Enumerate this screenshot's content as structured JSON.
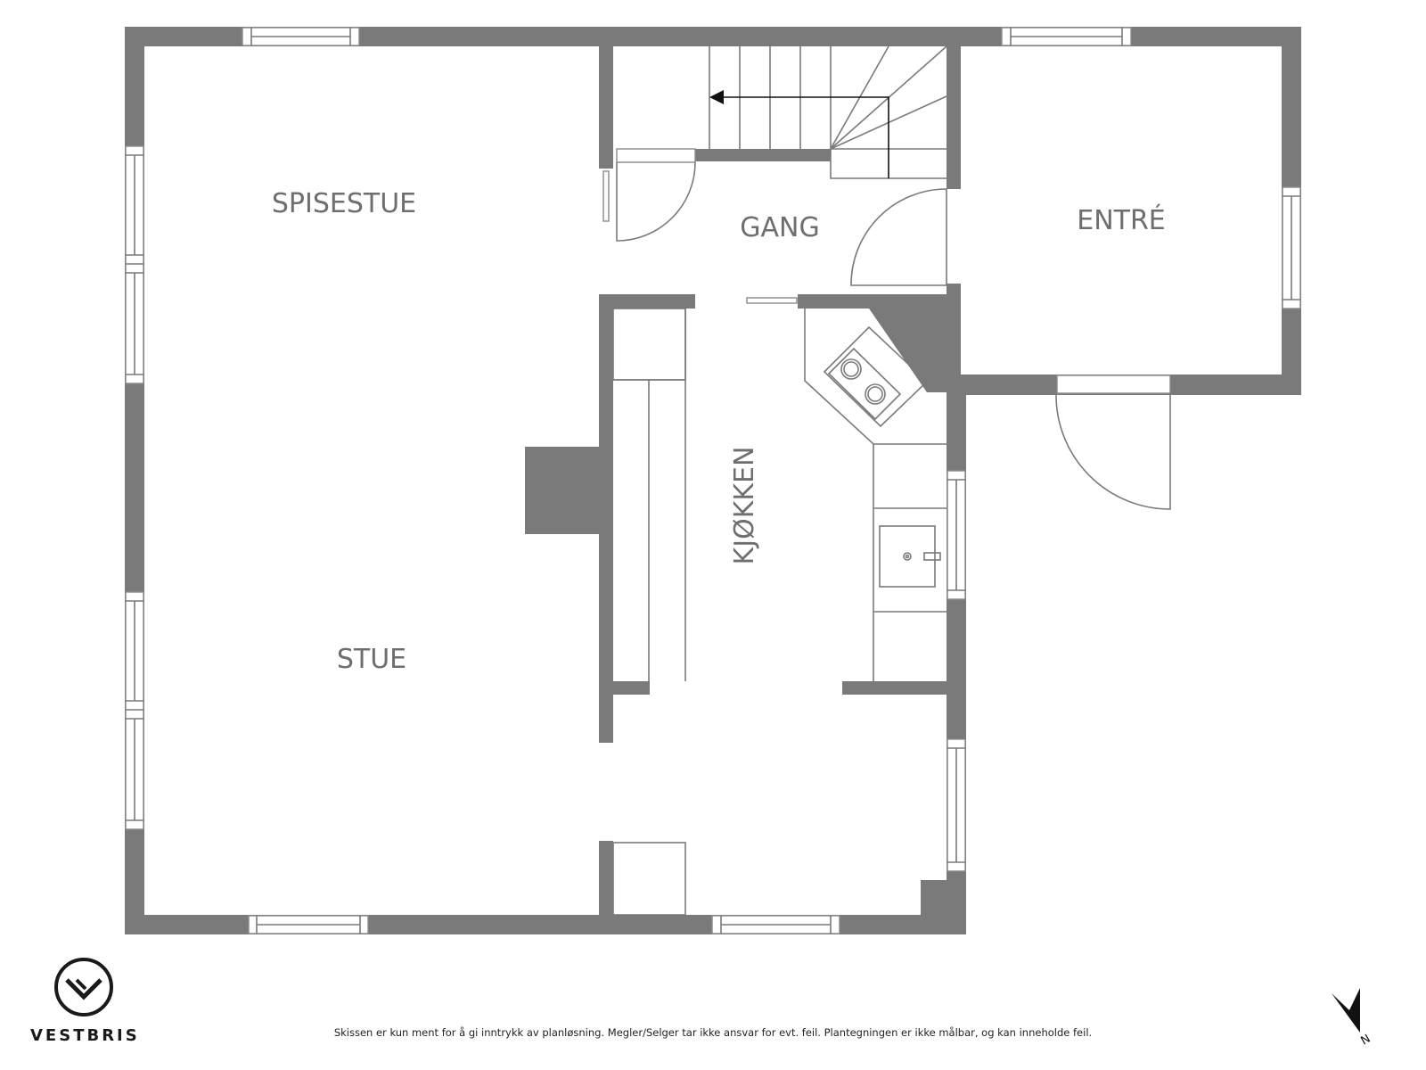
{
  "rooms": {
    "spisestue": "SPISESTUE",
    "stue": "STUE",
    "gang": "GANG",
    "entre": "ENTRÉ",
    "kjokken": "KJØKKEN"
  },
  "brand": {
    "name": "VESTBRIS",
    "logo_icon": "vestbris-v-circle-icon"
  },
  "footer": {
    "disclaimer": "Skissen er kun ment for å gi inntrykk av planløsning. Megler/Selger tar ikke ansvar for evt. feil. Plantegningen er ikke målbar, og kan inneholde feil."
  },
  "compass": {
    "label": "N",
    "icon": "north-arrow-icon"
  },
  "colors": {
    "wall": "#7a7a7a",
    "label": "#6e6e6e",
    "background": "#ffffff"
  }
}
